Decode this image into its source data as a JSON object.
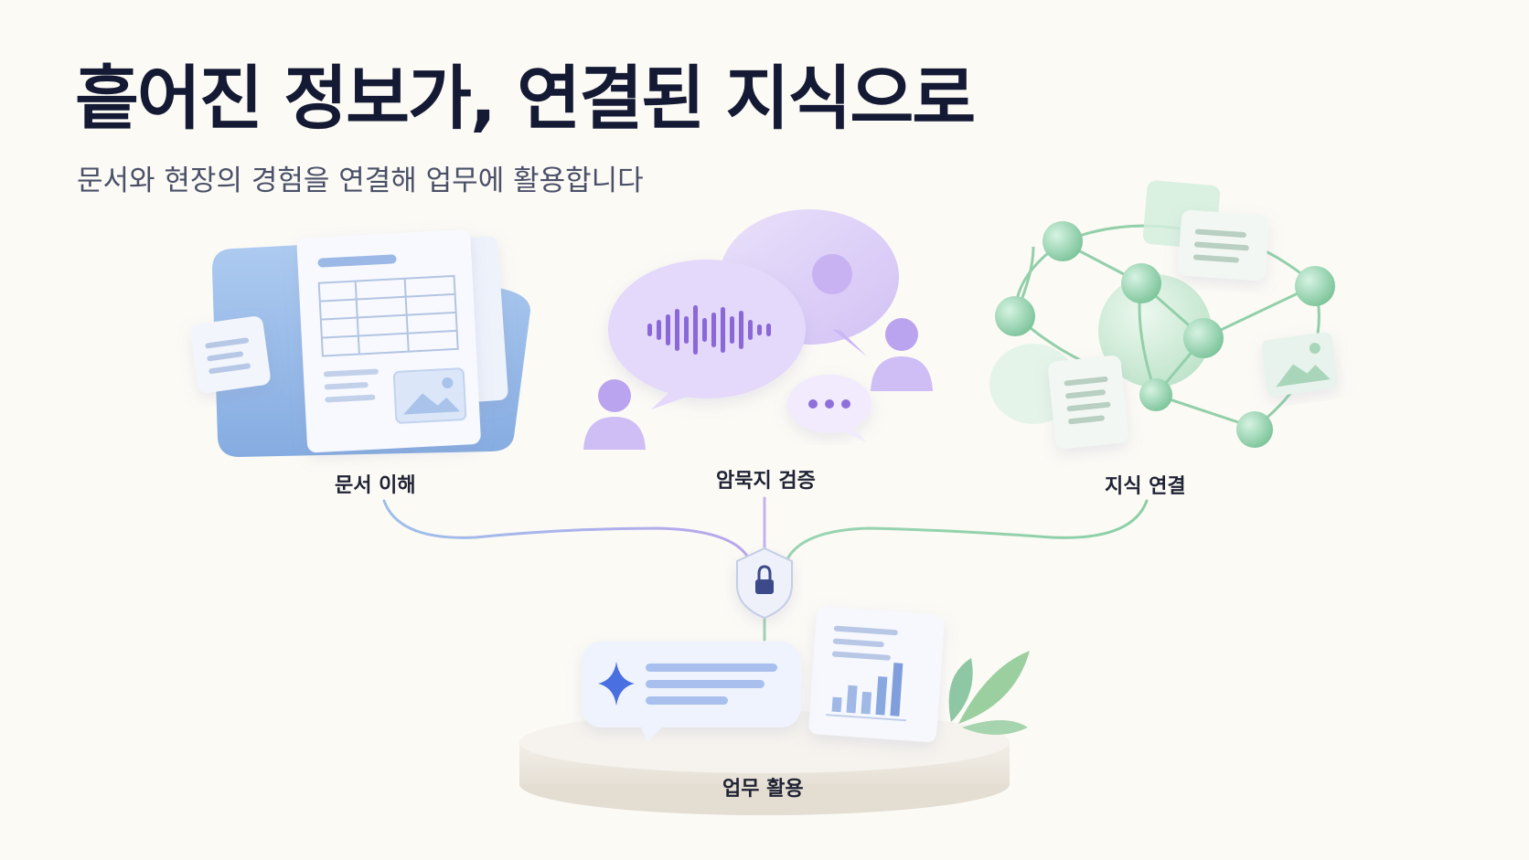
{
  "header": {
    "title": "흩어진 정보가, 연결된 지식으로",
    "subtitle": "문서와 현장의 경험을 연결해 업무에 활용합니다"
  },
  "nodes": {
    "document": {
      "label": "문서 이해",
      "color": "#8fb5e6"
    },
    "tacit": {
      "label": "암묵지 검증",
      "color": "#b9a2ec"
    },
    "knowledge": {
      "label": "지식 연결",
      "color": "#8fcfa7"
    },
    "work": {
      "label": "업무 활용"
    }
  },
  "icons": [
    "document-icon",
    "image-icon",
    "table-icon",
    "speech-bubble-icon",
    "sound-wave-icon",
    "person-icon",
    "typing-dots-icon",
    "network-icon",
    "lock-shield-icon",
    "sparkle-icon",
    "bar-chart-icon",
    "leaf-icon"
  ]
}
